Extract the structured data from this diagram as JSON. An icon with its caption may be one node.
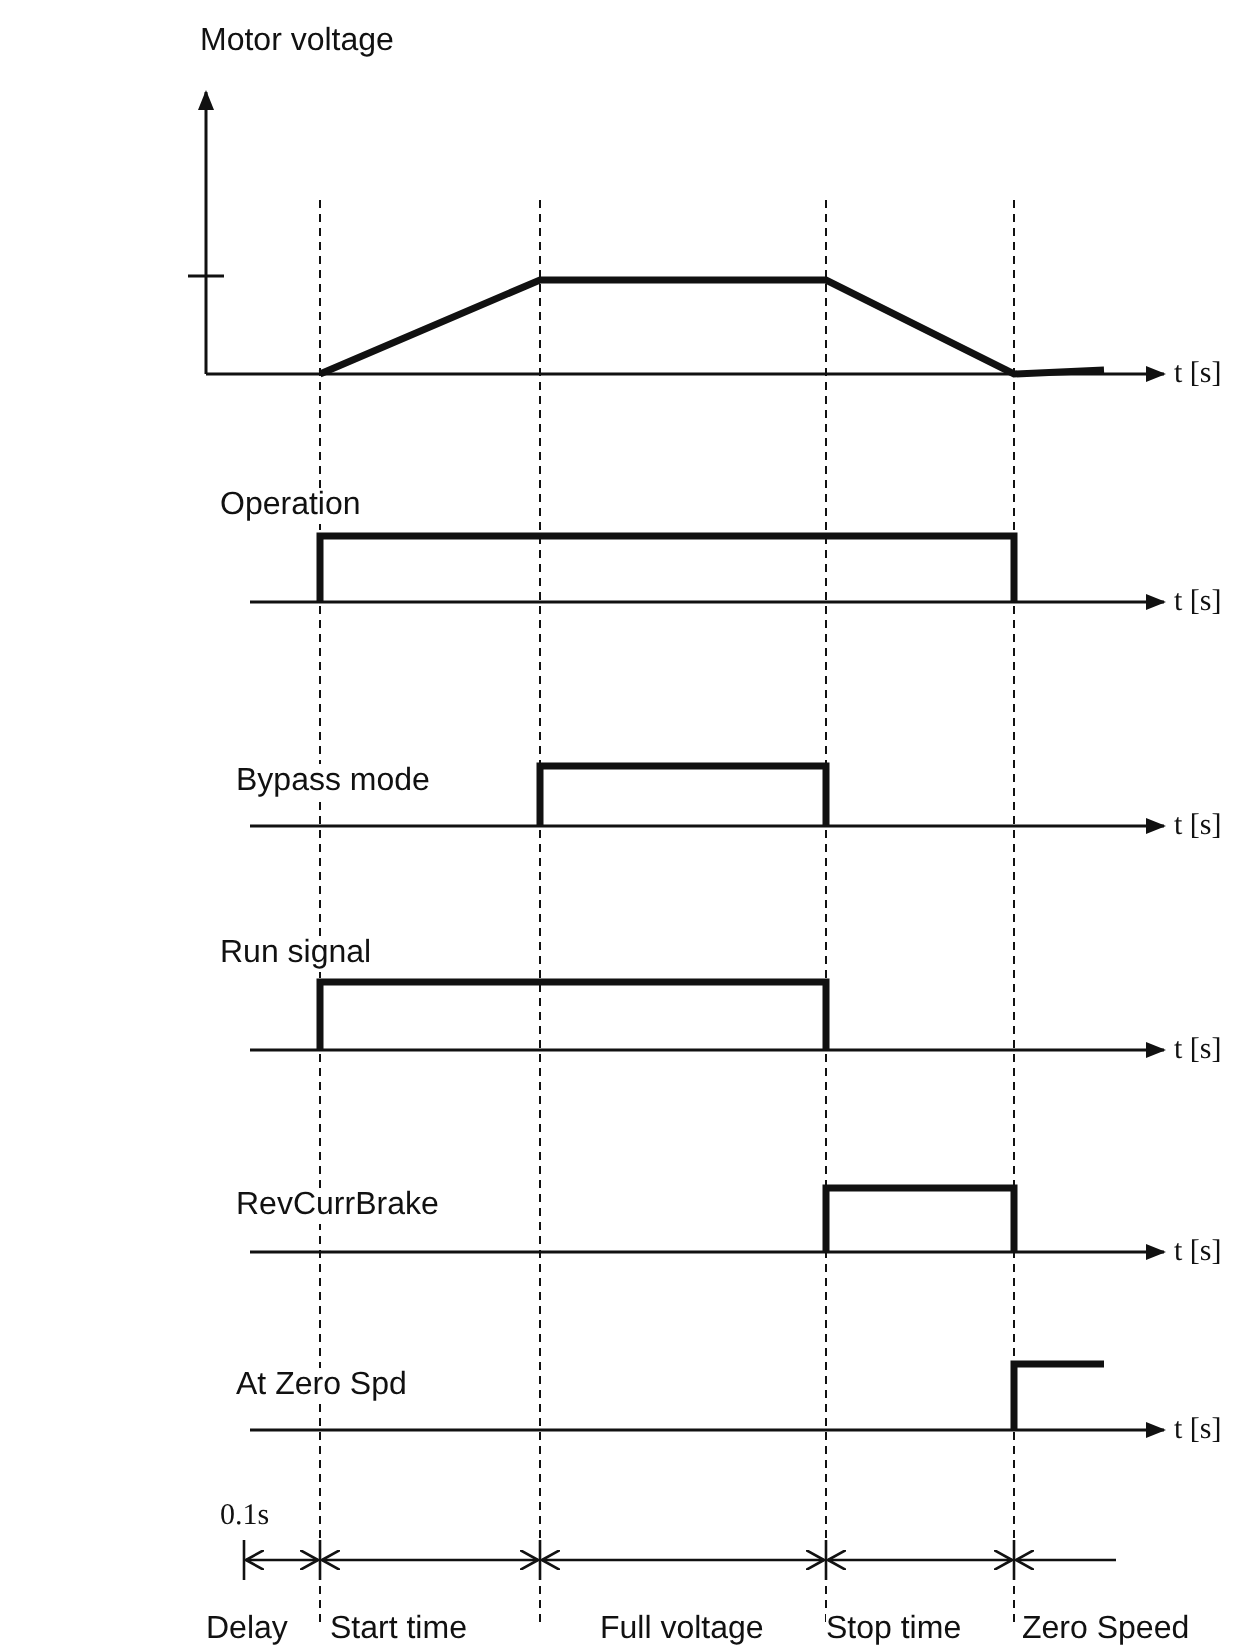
{
  "diagram": {
    "labels": [
      "Motor voltage",
      "t [s]",
      "Operation",
      "t [s]",
      "Bypass mode",
      "t [s]",
      "Run signal",
      "t [s]",
      "RevCurrBrake",
      "t [s]",
      "At Zero Spd",
      "t [s]",
      "0.1s",
      "Delay",
      "Start time",
      "Full voltage",
      "Stop time",
      "Zero Speed"
    ]
  }
}
